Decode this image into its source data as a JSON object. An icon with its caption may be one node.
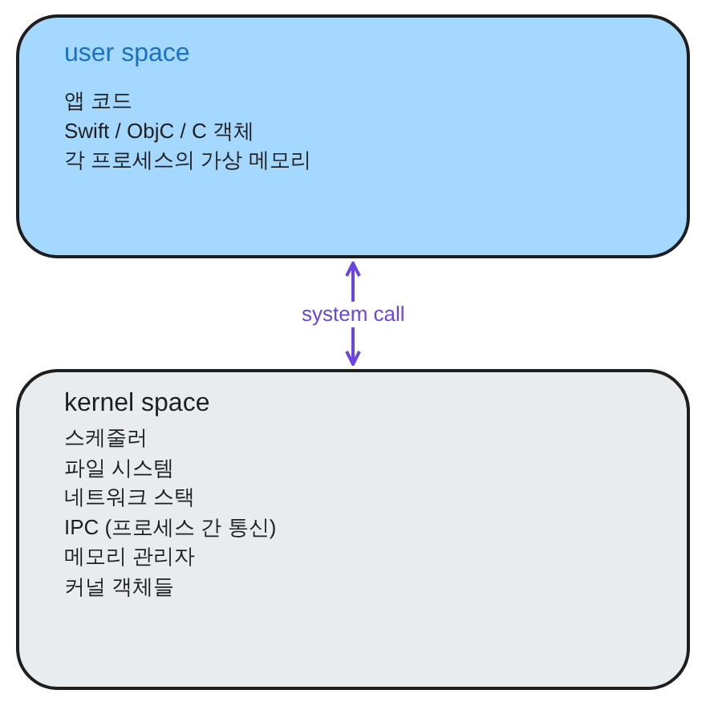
{
  "diagram": {
    "nodes": [
      {
        "text": [
          "user space",
          "앱 코드",
          "Swift / ObjC / C 객체",
          "각 프로세스의 가상 메모리"
        ]
      },
      {
        "text": [
          "kernel space",
          "스케줄러",
          "파일 시스템",
          "네트워크 스택",
          "IPC (프로세스 간 통신)",
          "메모리 관리자",
          "커널 객체들"
        ]
      }
    ],
    "edges": [
      {
        "from": 0,
        "to": 1,
        "arrow": "both",
        "label": "system call",
        "color": "#6a45e0"
      }
    ]
  }
}
